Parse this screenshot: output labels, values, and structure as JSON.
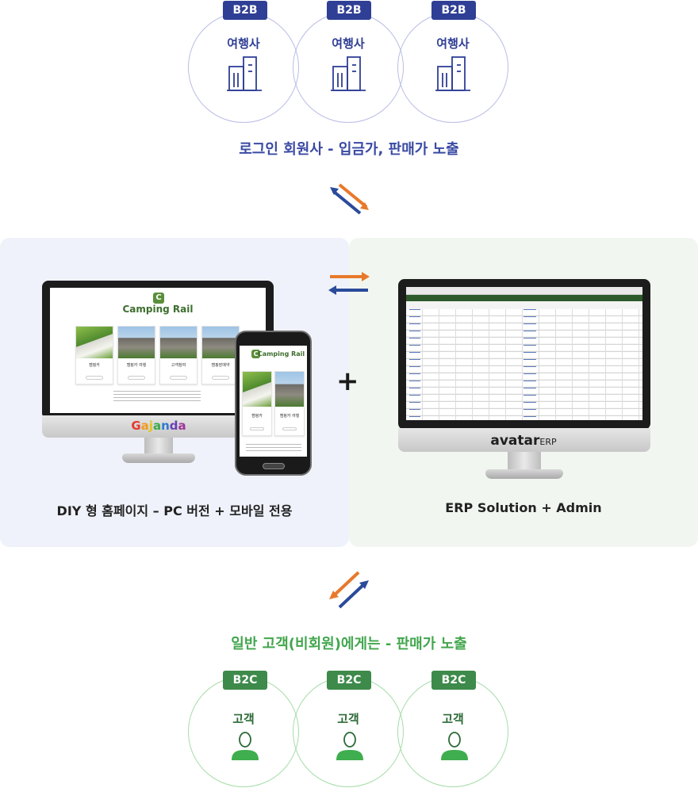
{
  "b2b": {
    "badge": "B2B",
    "items": [
      {
        "label": "여행사"
      },
      {
        "label": "여행사"
      },
      {
        "label": "여행사"
      }
    ],
    "caption": "로그인 회원사 - 입금가, 판매가 노출",
    "color": "#2f3f95"
  },
  "left_panel": {
    "caption": "DIY 형 홈페이지 – PC 버전 + 모바일 전용",
    "site_logo": "Camping Rail",
    "brand": [
      "G",
      "a",
      "j",
      "a",
      "n",
      "d",
      "a"
    ],
    "desktop_cards": [
      "캠핑카",
      "캠핑카 여행",
      "고객참여",
      "캠핑장예약"
    ],
    "phone_logo": "Camping Rail",
    "phone_cards": [
      "캠핑카",
      "캠핑카 여행"
    ],
    "background": "#eff2fa"
  },
  "plus": "+",
  "right_panel": {
    "caption": "ERP Solution + Admin",
    "brand_main": "avatar",
    "brand_sub": "ERP",
    "background": "#f1f7f0"
  },
  "b2c": {
    "badge": "B2C",
    "items": [
      {
        "label": "고객"
      },
      {
        "label": "고객"
      },
      {
        "label": "고객"
      }
    ],
    "caption": "일반 고객(비회원)에게는 - 판매가 노출",
    "color": "#3d8a4a"
  },
  "icons": {
    "building": "building-icon",
    "person": "person-icon",
    "swap": "swap-arrows-icon"
  },
  "colors": {
    "arrow_orange": "#e8792b",
    "arrow_blue": "#2b4a9a"
  }
}
